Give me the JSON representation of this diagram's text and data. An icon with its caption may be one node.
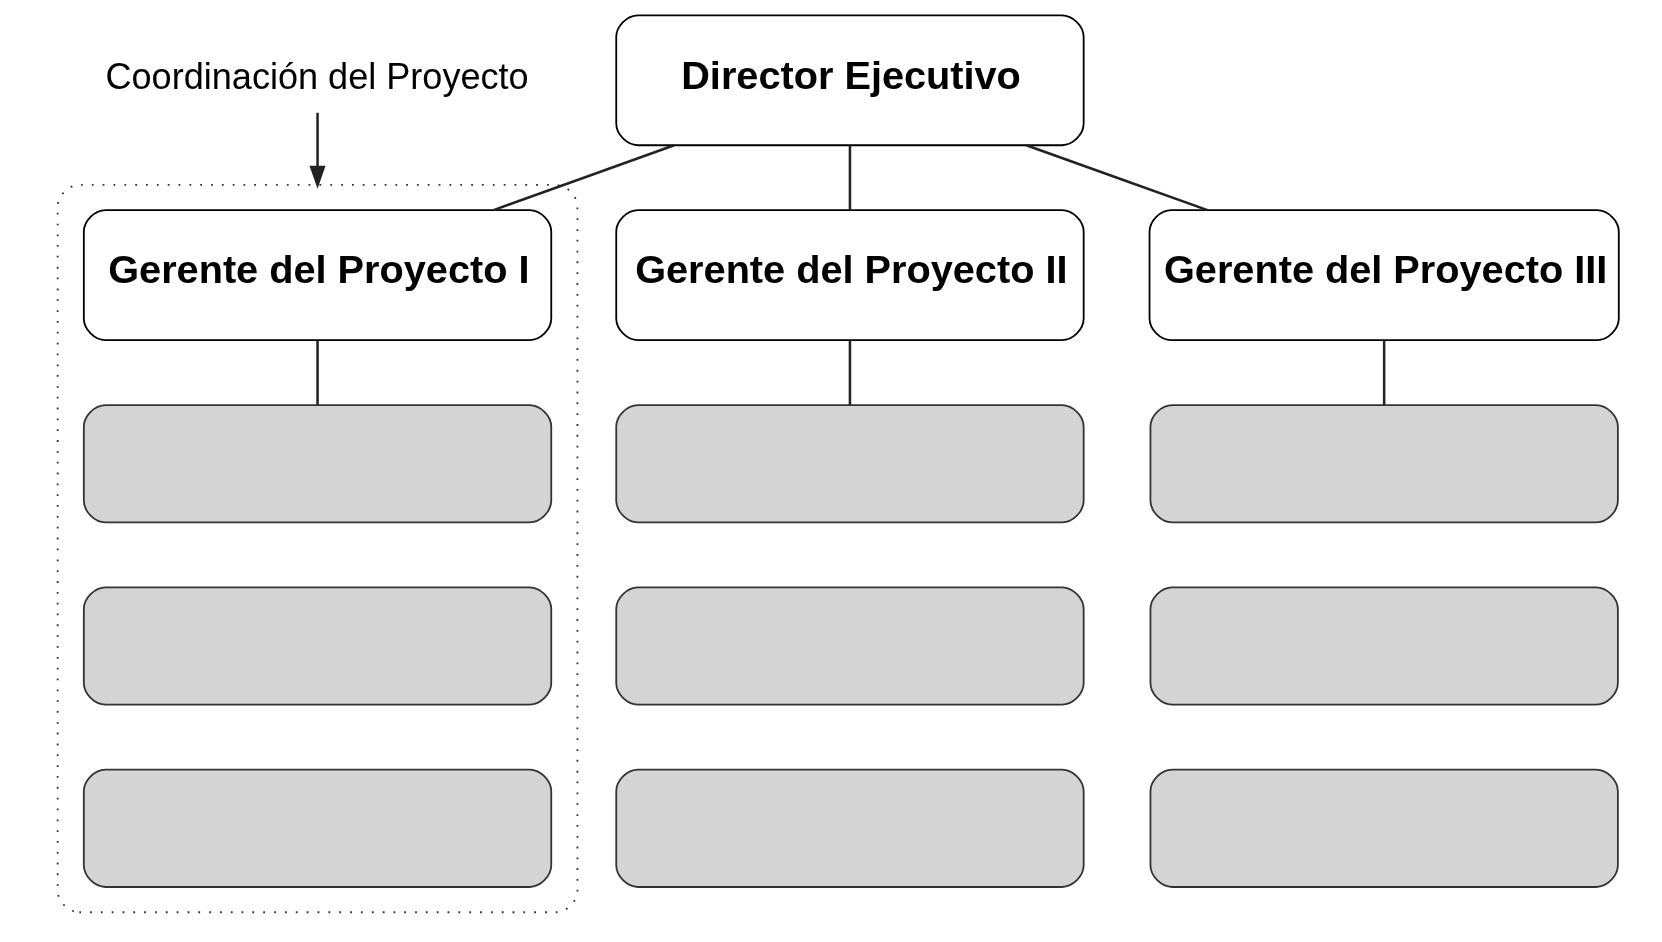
{
  "diagram": {
    "nodes": [
      {
        "text": [
          "Coordinación del Proyecto"
        ]
      },
      {
        "text": [
          "Director Ejecutivo"
        ]
      },
      {
        "text": [],
        "shape": "box"
      },
      {
        "text": [
          "Gerente del Proyecto I"
        ],
        "in": 2
      },
      {
        "text": [
          "Gerente del Proyecto II"
        ]
      },
      {
        "text": [
          "Gerente del Proyecto III"
        ]
      },
      {
        "text": [],
        "shape": "box",
        "in": 2
      },
      {
        "text": [],
        "shape": "box",
        "in": 2
      },
      {
        "text": [],
        "shape": "box",
        "in": 2
      },
      {
        "text": [],
        "shape": "box"
      },
      {
        "text": [],
        "shape": "box"
      },
      {
        "text": [],
        "shape": "box"
      },
      {
        "text": [],
        "shape": "box"
      },
      {
        "text": [],
        "shape": "box"
      },
      {
        "text": [],
        "shape": "box"
      }
    ],
    "edges": [
      {
        "from": 0,
        "to": 2,
        "arrow": "to"
      },
      {
        "from": 1,
        "to": 3,
        "arrow": "none"
      },
      {
        "from": 1,
        "to": 4,
        "arrow": "none"
      },
      {
        "from": 1,
        "to": 5,
        "arrow": "none"
      },
      {
        "from": 3,
        "to": 6,
        "arrow": "none"
      },
      {
        "from": 4,
        "to": 9,
        "arrow": "none"
      },
      {
        "from": 5,
        "to": 12,
        "arrow": "none"
      }
    ]
  }
}
